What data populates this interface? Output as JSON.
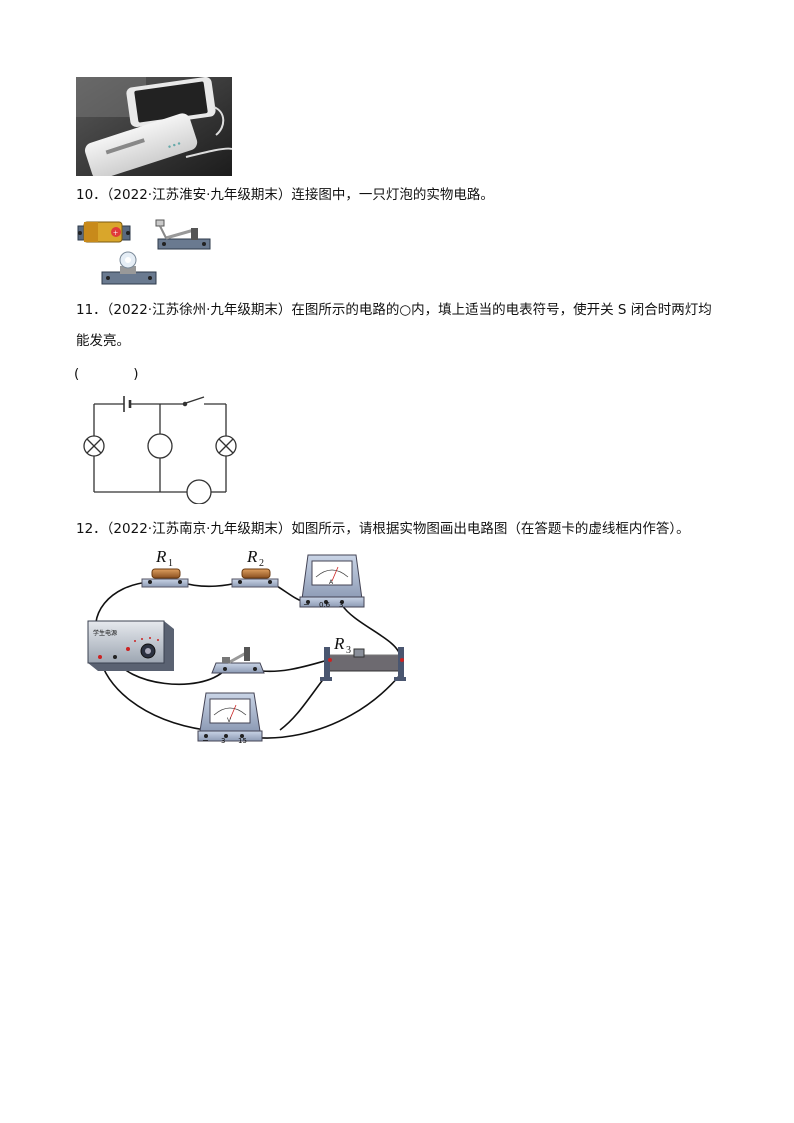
{
  "q10": {
    "text": "10．（2022·江苏淮安·九年级期末）连接图中，一只灯泡的实物电路。"
  },
  "q11": {
    "text_line1": "11．（2022·江苏徐州·九年级期末）在图所示的电路的○内，填上适当的电表符号，使开关 S 闭合时两灯均",
    "text_line2": "能发亮。",
    "answer_paren": "(　　　　)"
  },
  "q12": {
    "text": "12．（2022·江苏南京·九年级期末）如图所示，请根据实物图画出电路图（在答题卡的虚线框内作答）。",
    "labels": {
      "r1": "R",
      "r1_sub": "1",
      "r2": "R",
      "r2_sub": "2",
      "r3": "R",
      "r3_sub": "3",
      "power_supply": "学生电源",
      "ammeter_symbol": "A",
      "ammeter_t1": "−",
      "ammeter_t2": "0.6",
      "ammeter_t3": "3",
      "voltmeter_symbol": "V",
      "voltmeter_t1": "−",
      "voltmeter_t2": "3",
      "voltmeter_t3": "15"
    }
  }
}
